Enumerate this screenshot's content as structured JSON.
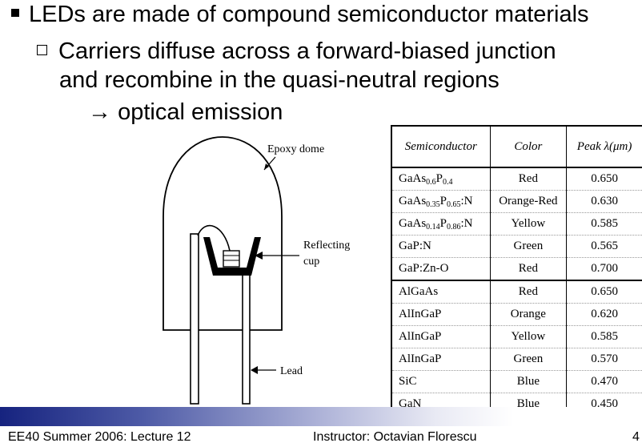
{
  "bullets": {
    "main": "LEDs are made of compound semiconductor materials",
    "sub_line1": "Carriers diffuse across a forward-biased junction",
    "sub_line2": "and recombine in the quasi-neutral regions",
    "arrow_glyph": "→",
    "result": "optical emission"
  },
  "figure": {
    "labels": {
      "dome": "Epoxy dome",
      "cup_line1": "Reflecting",
      "cup_line2": "cup",
      "lead": "Lead"
    }
  },
  "table": {
    "headers": [
      "Semiconductor",
      "Color",
      "Peak λ(μm)"
    ],
    "rows": [
      {
        "sc_base": "GaAs",
        "sc_sub1": "0.6",
        "sc_mid": "P",
        "sc_sub2": "0.4",
        "sc_suffix": "",
        "color": "Red",
        "peak": "0.650"
      },
      {
        "sc_base": "GaAs",
        "sc_sub1": "0.35",
        "sc_mid": "P",
        "sc_sub2": "0.65",
        "sc_suffix": ":N",
        "color": "Orange-Red",
        "peak": "0.630"
      },
      {
        "sc_base": "GaAs",
        "sc_sub1": "0.14",
        "sc_mid": "P",
        "sc_sub2": "0.86",
        "sc_suffix": ":N",
        "color": "Yellow",
        "peak": "0.585"
      },
      {
        "sc_plain": "GaP:N",
        "color": "Green",
        "peak": "0.565"
      },
      {
        "sc_plain": "GaP:Zn-O",
        "color": "Red",
        "peak": "0.700"
      },
      {
        "sc_plain": "AlGaAs",
        "color": "Red",
        "peak": "0.650"
      },
      {
        "sc_plain": "AlInGaP",
        "color": "Orange",
        "peak": "0.620"
      },
      {
        "sc_plain": "AlInGaP",
        "color": "Yellow",
        "peak": "0.585"
      },
      {
        "sc_plain": "AlInGaP",
        "color": "Green",
        "peak": "0.570"
      },
      {
        "sc_plain": "SiC",
        "color": "Blue",
        "peak": "0.470"
      },
      {
        "sc_plain": "GaN",
        "color": "Blue",
        "peak": "0.450"
      }
    ]
  },
  "footer": {
    "course": "EE40 Summer 2006: Lecture 12",
    "instructor": "Instructor: Octavian Florescu",
    "page": "4"
  },
  "colors": {
    "footer_bar_dark": "#16237f",
    "text": "#000000"
  }
}
